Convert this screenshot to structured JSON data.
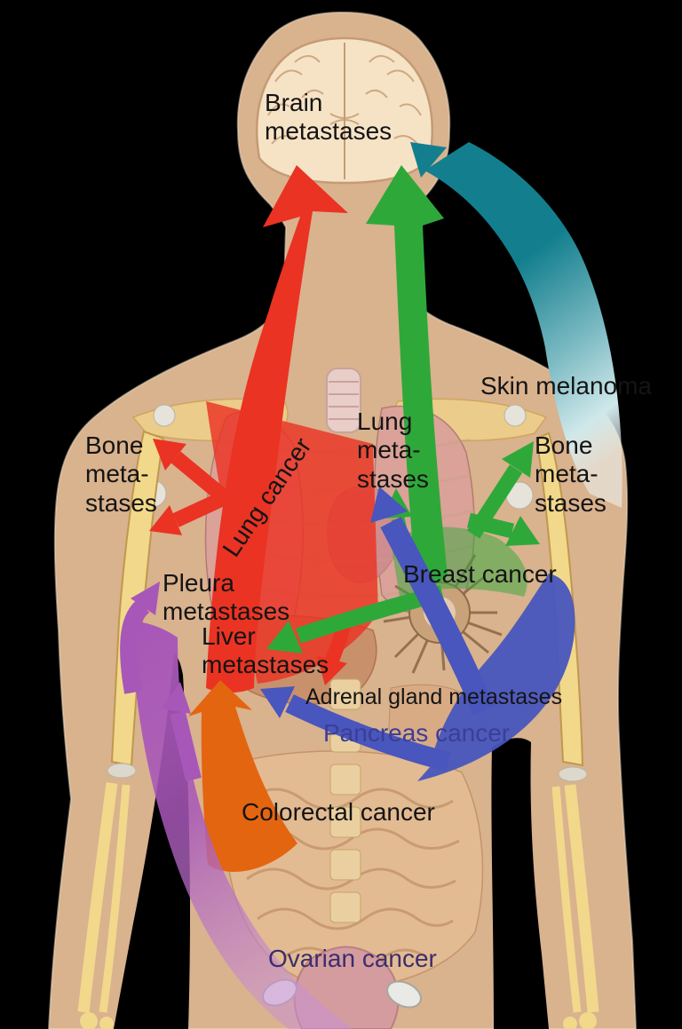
{
  "labels": {
    "brain": "Brain\nmetastases",
    "skin": "Skin melanoma",
    "lung_met": "Lung\nmeta-\nstases",
    "bone_left": "Bone\nmeta-\nstases",
    "bone_right": "Bone\nmeta-\nstases",
    "lung_cancer": "Lung cancer",
    "breast_cancer": "Breast cancer",
    "pleura": "Pleura\nmetastases",
    "liver": "Liver\nmetastases",
    "adrenal": "Adrenal gland metastases",
    "pancreas": "Pancreas cancer",
    "colorectal": "Colorectal cancer",
    "ovarian": "Ovarian cancer"
  },
  "colors": {
    "background": "#000000",
    "skin": "#d9b28e",
    "skin_edge": "#f0e0c8",
    "bone": "#f2d88b",
    "bone_outline": "#bf984e",
    "joint_white": "#e6e3da",
    "brain_fill": "#f6e3c6",
    "brain_outline": "#c59b74",
    "lung_fill": "#dba29a",
    "lung_line": "#b07a70",
    "trachea": "#e8cdc8",
    "heart": "#cf8d8f",
    "liver_organ": "#c9906a",
    "liver_line": "#a9714a",
    "stomach": "#d8ab85",
    "intestine": "#e2bb92",
    "intestine_line": "#c59468",
    "spine": "#ead0a0",
    "spine_line": "#c6a368",
    "uterus": "#d49c9e",
    "ovary": "#e9e9e6",
    "tumor": "#caa27a",
    "tumor_line": "#8d6b48",
    "rib_line": "#c8a183",
    "arrow_red": "#ea3323",
    "arrow_green": "#2fa83a",
    "arrow_blue": "#4856bd",
    "arrow_teal": "#137f8e",
    "arrow_teal_fade": "#ecf6f7",
    "arrow_orange": "#e4650f",
    "arrow_purple": "#a757b8",
    "arrow_purple_light": "#c990d4",
    "label_black": "#141414",
    "label_blue": "#3c3e96",
    "label_purple": "#3c2d6e"
  }
}
